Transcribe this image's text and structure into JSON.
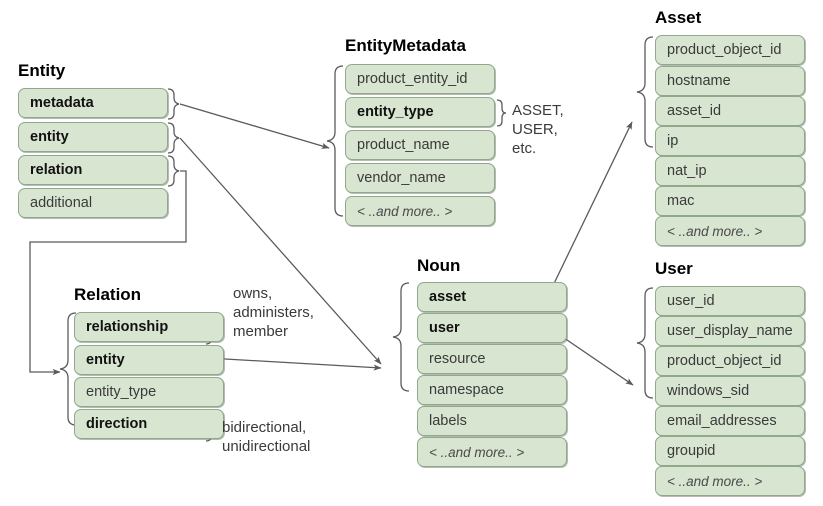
{
  "diagram": {
    "title_hidden": "",
    "colors": {
      "box_fill": "#d8e5d1",
      "box_border": "#8fa98a",
      "text": "#3a3a3a",
      "bold_text": "#111111",
      "wire": "#5a5a5a",
      "background": "#ffffff"
    },
    "more_label": "< ..and more.. >"
  },
  "groups": {
    "entity": {
      "title": "Entity",
      "fields": [
        {
          "label": "metadata",
          "bold": true,
          "more": false
        },
        {
          "label": "entity",
          "bold": true,
          "more": false
        },
        {
          "label": "relation",
          "bold": true,
          "more": false
        },
        {
          "label": "additional",
          "bold": false,
          "more": false
        }
      ]
    },
    "entity_metadata": {
      "title": "EntityMetadata",
      "fields": [
        {
          "label": "product_entity_id",
          "bold": false,
          "more": false
        },
        {
          "label": "entity_type",
          "bold": true,
          "more": false
        },
        {
          "label": "product_name",
          "bold": false,
          "more": false
        },
        {
          "label": "vendor_name",
          "bold": false,
          "more": false
        },
        {
          "label": "< ..and more.. >",
          "bold": false,
          "more": true
        }
      ]
    },
    "asset": {
      "title": "Asset",
      "fields": [
        {
          "label": "product_object_id",
          "bold": false,
          "more": false
        },
        {
          "label": "hostname",
          "bold": false,
          "more": false
        },
        {
          "label": "asset_id",
          "bold": false,
          "more": false
        },
        {
          "label": "ip",
          "bold": false,
          "more": false
        },
        {
          "label": "nat_ip",
          "bold": false,
          "more": false
        },
        {
          "label": "mac",
          "bold": false,
          "more": false
        },
        {
          "label": "< ..and more.. >",
          "bold": false,
          "more": true
        }
      ]
    },
    "relation": {
      "title": "Relation",
      "fields": [
        {
          "label": "relationship",
          "bold": true,
          "more": false
        },
        {
          "label": "entity",
          "bold": true,
          "more": false
        },
        {
          "label": "entity_type",
          "bold": false,
          "more": false
        },
        {
          "label": "direction",
          "bold": true,
          "more": false
        }
      ]
    },
    "noun": {
      "title": "Noun",
      "fields": [
        {
          "label": "asset",
          "bold": true,
          "more": false
        },
        {
          "label": "user",
          "bold": true,
          "more": false
        },
        {
          "label": "resource",
          "bold": false,
          "more": false
        },
        {
          "label": "namespace",
          "bold": false,
          "more": false
        },
        {
          "label": "labels",
          "bold": false,
          "more": false
        },
        {
          "label": "< ..and more.. >",
          "bold": false,
          "more": true
        }
      ]
    },
    "user": {
      "title": "User",
      "fields": [
        {
          "label": "user_id",
          "bold": false,
          "more": false
        },
        {
          "label": "user_display_name",
          "bold": false,
          "more": false
        },
        {
          "label": "product_object_id",
          "bold": false,
          "more": false
        },
        {
          "label": "windows_sid",
          "bold": false,
          "more": false
        },
        {
          "label": "email_addresses",
          "bold": false,
          "more": false
        },
        {
          "label": "groupid",
          "bold": false,
          "more": false
        },
        {
          "label": "< ..and more.. >",
          "bold": false,
          "more": true
        }
      ]
    }
  },
  "annotations": {
    "entity_type_values": "ASSET,\nUSER,\netc.",
    "relationship_values": "owns,\nadministers,\nmember",
    "direction_values": "bidirectional,\nunidirectional"
  }
}
